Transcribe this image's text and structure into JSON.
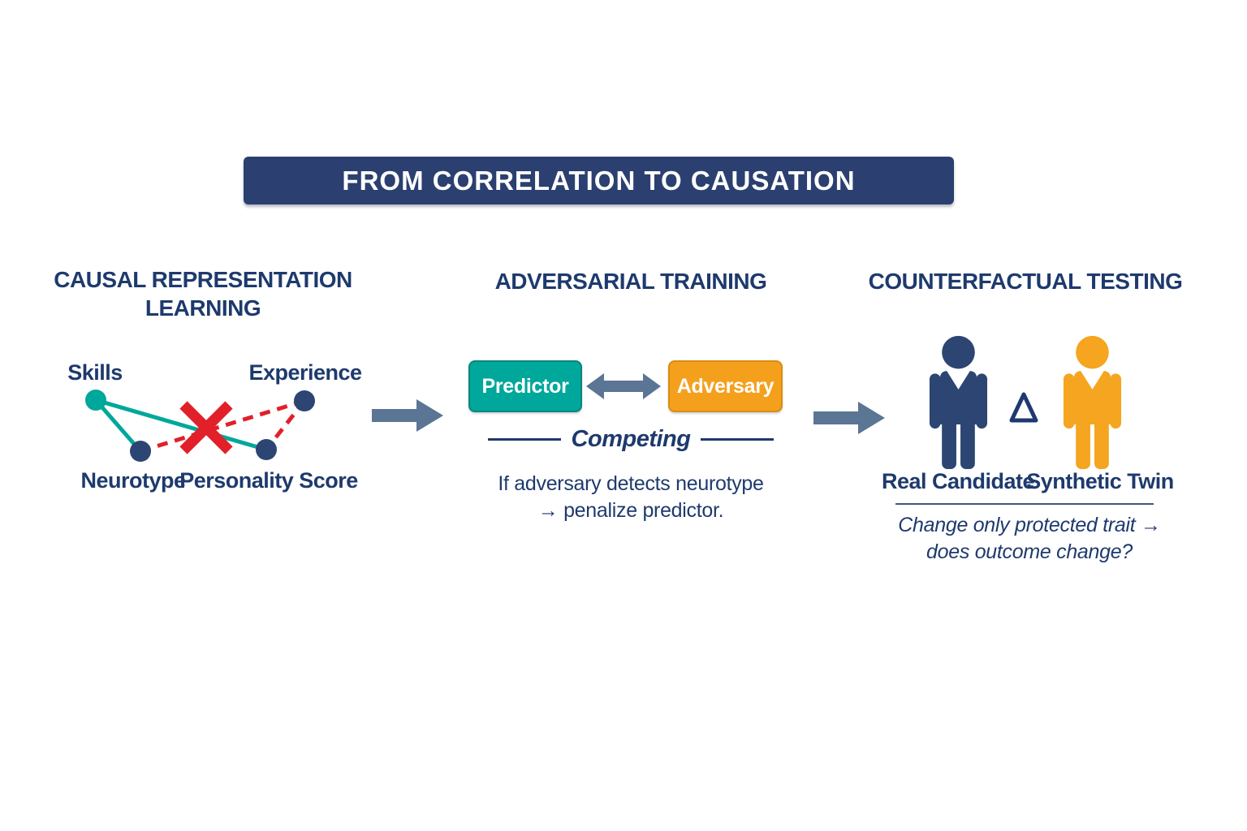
{
  "title_banner": {
    "text": "FROM CORRELATION TO CAUSATION"
  },
  "colors": {
    "navy_text": "#1e3a6d",
    "banner_bg": "#2b4070",
    "teal": "#00a79b",
    "teal_border": "#0b867d",
    "orange": "#f5a01d",
    "orange_border": "#d98d10",
    "arrow_gray": "#5b7594",
    "red": "#e1202a",
    "person_navy": "#2d4572",
    "person_orange": "#f5a51f"
  },
  "panels": {
    "causal": {
      "heading_line1": "CAUSAL REPRESENTATION",
      "heading_line2": "LEARNING",
      "labels": {
        "skills": "Skills",
        "experience": "Experience",
        "neurotype": "Neurotype",
        "personality": "Personality Score"
      },
      "solid_edges": [
        "Skills–Neurotype",
        "Skills–Personality Score"
      ],
      "blocked_edges": [
        "Neurotype–Experience",
        "Experience–Personality Score"
      ]
    },
    "adversarial": {
      "heading": "ADVERSARIAL TRAINING",
      "predictor": "Predictor",
      "adversary": "Adversary",
      "competing": "Competing",
      "caption_line1": "If adversary detects neurotype",
      "caption_line2": "→ penalize predictor."
    },
    "counterfactual": {
      "heading": "COUNTERFACTUAL TESTING",
      "real_candidate": "Real Candidate",
      "synthetic_twin": "Synthetic Twin",
      "caption_line1": "Change only protected trait →",
      "caption_line2": "does outcome change?"
    }
  },
  "icons": {
    "flow_arrow": "right-arrow",
    "vs_arrow": "double-headed-arrow",
    "blocked_x": "red-x-cross",
    "delta": "triangle-outline",
    "person": "person-silhouette"
  }
}
